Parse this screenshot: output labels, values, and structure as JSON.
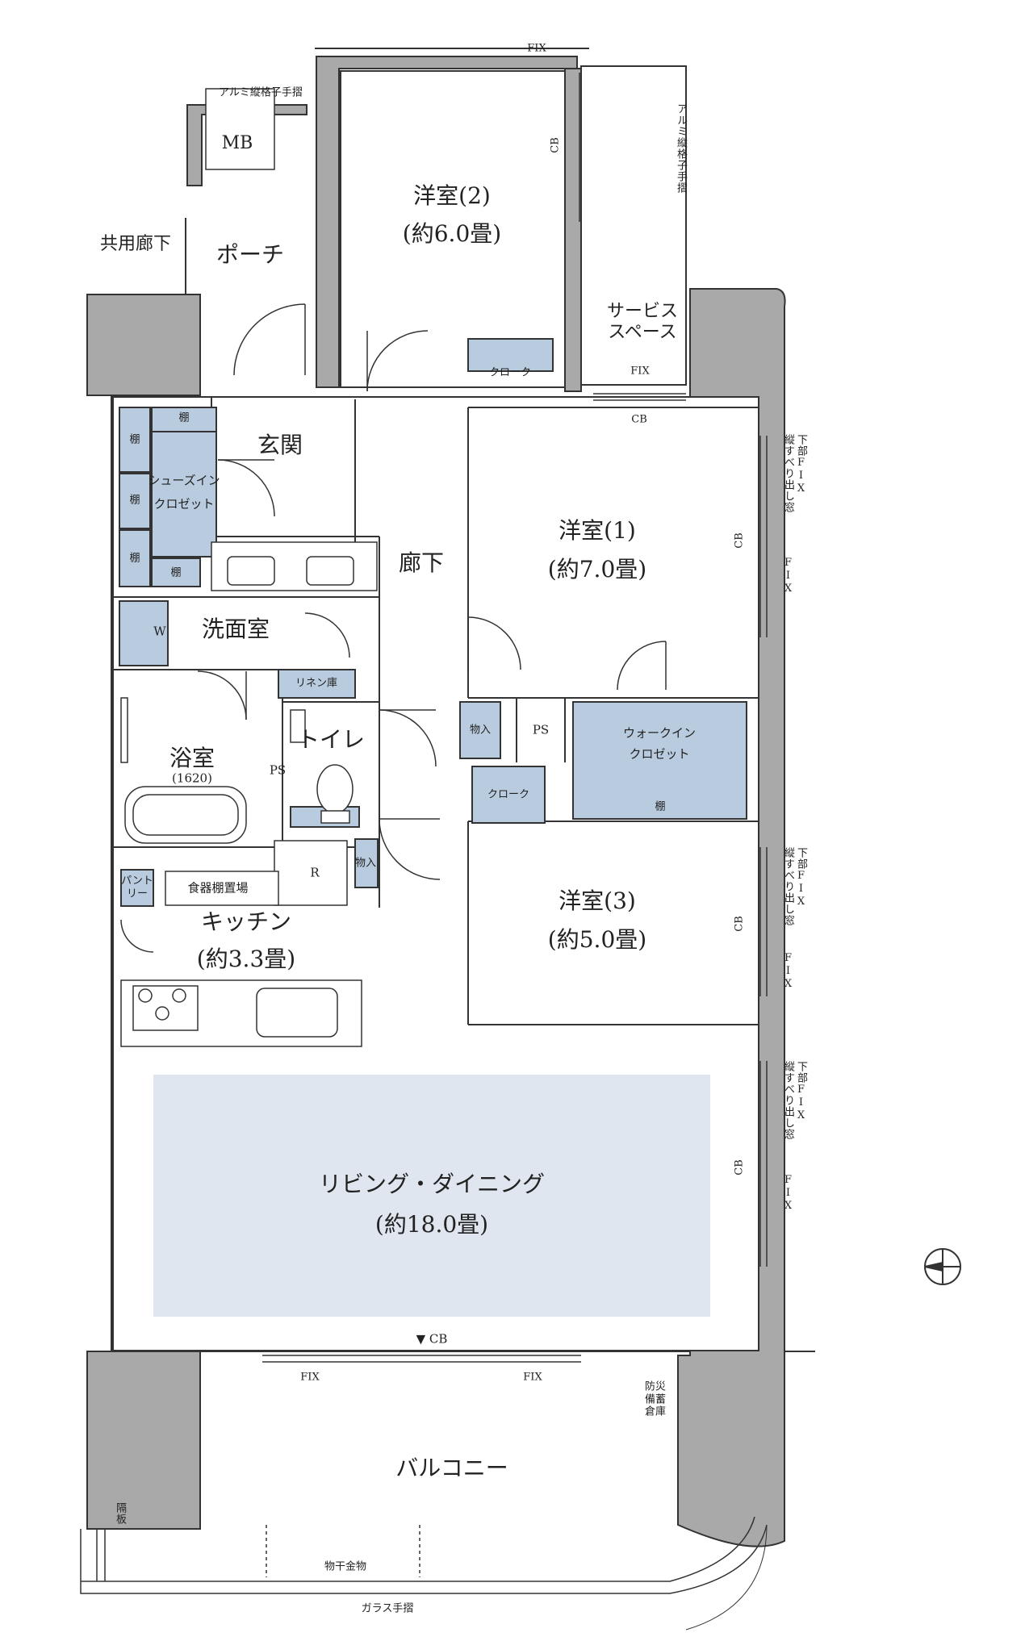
{
  "rooms": {
    "western2": {
      "name": "洋室(2)",
      "size": "(約6.0畳)"
    },
    "western1": {
      "name": "洋室(1)",
      "size": "(約7.0畳)"
    },
    "western3": {
      "name": "洋室(3)",
      "size": "(約5.0畳)"
    },
    "kitchen": {
      "name": "キッチン",
      "size": "(約3.3畳)"
    },
    "living": {
      "name": "リビング・ダイニング",
      "size": "(約18.0畳)"
    },
    "entrance": "玄関",
    "hallway": "廊下",
    "washroom": "洗面室",
    "bathroom": {
      "name": "浴室",
      "size": "(1620)"
    },
    "toilet": "トイレ",
    "porch": "ポーチ",
    "common_corridor": "共用廊下",
    "service_space": "サービス\nスペース",
    "balcony": "バルコニー",
    "mb": "MB"
  },
  "storage": {
    "shoe_closet": "シューズイン\nクロゼット",
    "shelf": "棚",
    "cloak": "クローク",
    "linen": "リネン庫",
    "storage": "物入",
    "walkin": "ウォークイン\nクロゼット",
    "pantry": "パント\nリー",
    "dish_shelf": "食器棚置場",
    "r": "R",
    "ps": "PS",
    "w": "W"
  },
  "notes": {
    "fix": "FIX",
    "cb": "CB",
    "cb_marker": "▼ CB",
    "alum_rail": "アルミ縦格子手摺",
    "alum_rail_v": "アルミ縦格子手摺",
    "window": "縦すべり出し窓",
    "window_fix": "下部FIX",
    "fix_v": "FIX",
    "disaster": "防災\n備蓄\n倉庫",
    "partition": "隔板",
    "drying": "物干金物",
    "glass_rail": "ガラス手摺"
  },
  "colors": {
    "storage_fill": "#b9ccdf",
    "living_fill": "#dfe6ef",
    "wall": "#a9a9a9",
    "line": "#333333"
  }
}
